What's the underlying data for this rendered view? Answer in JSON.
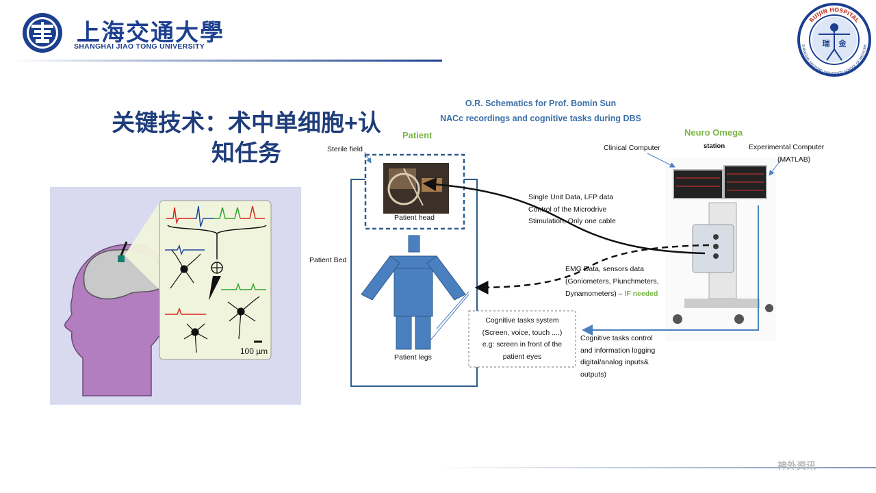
{
  "header": {
    "university_cn": "上海交通大學",
    "university_en": "SHANGHAI JIAO TONG UNIVERSITY",
    "seal_text_top": "RUIJIN HOSPITAL",
    "seal_text_bottom": "SHANGHAI JIAOTONG UNIVERSITY SCHOOL OF MEDICINE",
    "seal_chars": [
      "瑞",
      "金"
    ]
  },
  "slide": {
    "title_line1": "关键技术：术中单细胞+认",
    "title_line2": "知任务"
  },
  "brain_figure": {
    "scale_label": "100 µm",
    "colors": {
      "red": "#d8241f",
      "blue": "#1f47a8",
      "green": "#2aa52a",
      "head": "#b27ec0",
      "panel": "#d9d9f0",
      "inset": "#f1f4dc"
    }
  },
  "schematic": {
    "title_line1": "O.R. Schematics for Prof. Bomin Sun",
    "title_line2": "NACc recordings and cognitive tasks during DBS",
    "patient_label": "Patient",
    "sterile_field": "Sterile field",
    "patient_head": "Patient head",
    "patient_bed": "Patient Bed",
    "patient_legs": "Patient legs",
    "neuro_omega": "Neuro Omega",
    "station": "station",
    "clinical_computer": "Clinical Computer",
    "experimental_computer": "Experimental Computer",
    "matlab": "(MATLAB)",
    "single_unit": [
      "Single Unit Data, LFP data",
      "Control of the Microdrive",
      "Stimulation, Only one cable"
    ],
    "emg": [
      "EMG Data, sensors data",
      "(Goniometers, Piunchmeters,",
      "Dynamometers)"
    ],
    "emg_if_dash": " – ",
    "emg_if": "IF needed",
    "cog_system": [
      "Cognitive tasks system",
      "(Screen, voice, touch ....)",
      "e.g: screen in front of the",
      "patient eyes"
    ],
    "cog_control": [
      "Cognitive tasks control",
      "and information logging",
      "digital/analog inputs&",
      "outputs)"
    ],
    "colors": {
      "label_green": "#7ab648",
      "title_blue": "#3b6fa7",
      "body_blue": "#4a7fc0",
      "frame": "#2e5c8a"
    }
  },
  "watermark": "神外资讯"
}
